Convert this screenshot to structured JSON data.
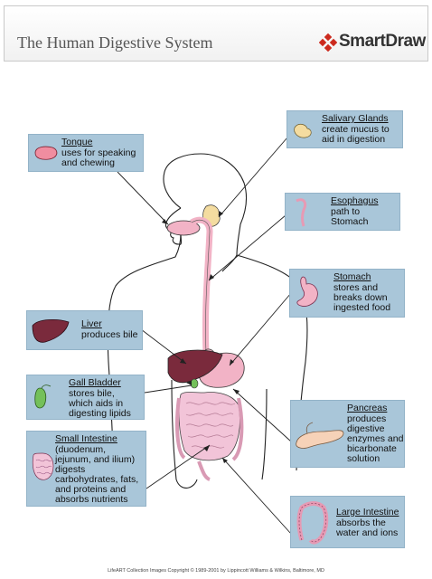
{
  "header": {
    "title": "The Human Digestive System",
    "brand": "SmartDraw",
    "brand_icon": "smartdraw-diamond-icon",
    "brand_color": "#cc2a1e"
  },
  "labels": [
    {
      "id": "tongue",
      "name": "Tongue",
      "description": [
        "uses for speaking",
        "and chewing"
      ],
      "icon": "tongue-icon"
    },
    {
      "id": "salivary-glands",
      "name": "Salivary Glands",
      "description": [
        "create mucus to",
        "aid in digestion"
      ],
      "icon": "salivary-glands-icon"
    },
    {
      "id": "esophagus",
      "name": "Esophagus",
      "description": [
        "path to",
        "Stomach"
      ],
      "icon": "esophagus-icon"
    },
    {
      "id": "stomach",
      "name": "Stomach",
      "description": [
        "stores and",
        "breaks down",
        "ingested food"
      ],
      "icon": "stomach-icon"
    },
    {
      "id": "liver",
      "name": "Liver",
      "description": [
        "produces bile"
      ],
      "icon": "liver-icon"
    },
    {
      "id": "gall-bladder",
      "name": "Gall Bladder",
      "description": [
        "stores bile,",
        "which aids in",
        "digesting lipids"
      ],
      "icon": "gall-bladder-icon"
    },
    {
      "id": "pancreas",
      "name": "Pancreas",
      "description": [
        "produces",
        "digestive",
        "enzymes and",
        "bicarbonate",
        "solution"
      ],
      "icon": "pancreas-icon"
    },
    {
      "id": "small-intestine",
      "name": "Small Intestine",
      "description": [
        "(duodenum,",
        "jejunum, and ilium)",
        "digests",
        "carbohydrates, fats,",
        "and proteins and",
        "absorbs nutrients"
      ],
      "icon": "small-intestine-icon"
    },
    {
      "id": "large-intestine",
      "name": "Large Intestine",
      "description": [
        "absorbs the",
        "water and ions"
      ],
      "icon": "large-intestine-icon"
    }
  ],
  "colors": {
    "box_fill": "#a9c6d9",
    "organ_pink": "#f2b3c6",
    "liver": "#7a2a3c",
    "gland": "#f4dca0",
    "gall": "#74c05a"
  },
  "footer": "LifeART Collection Images Copyright © 1989-2001 by Lippincott Williams & Wilkins, Baltimore, MD"
}
